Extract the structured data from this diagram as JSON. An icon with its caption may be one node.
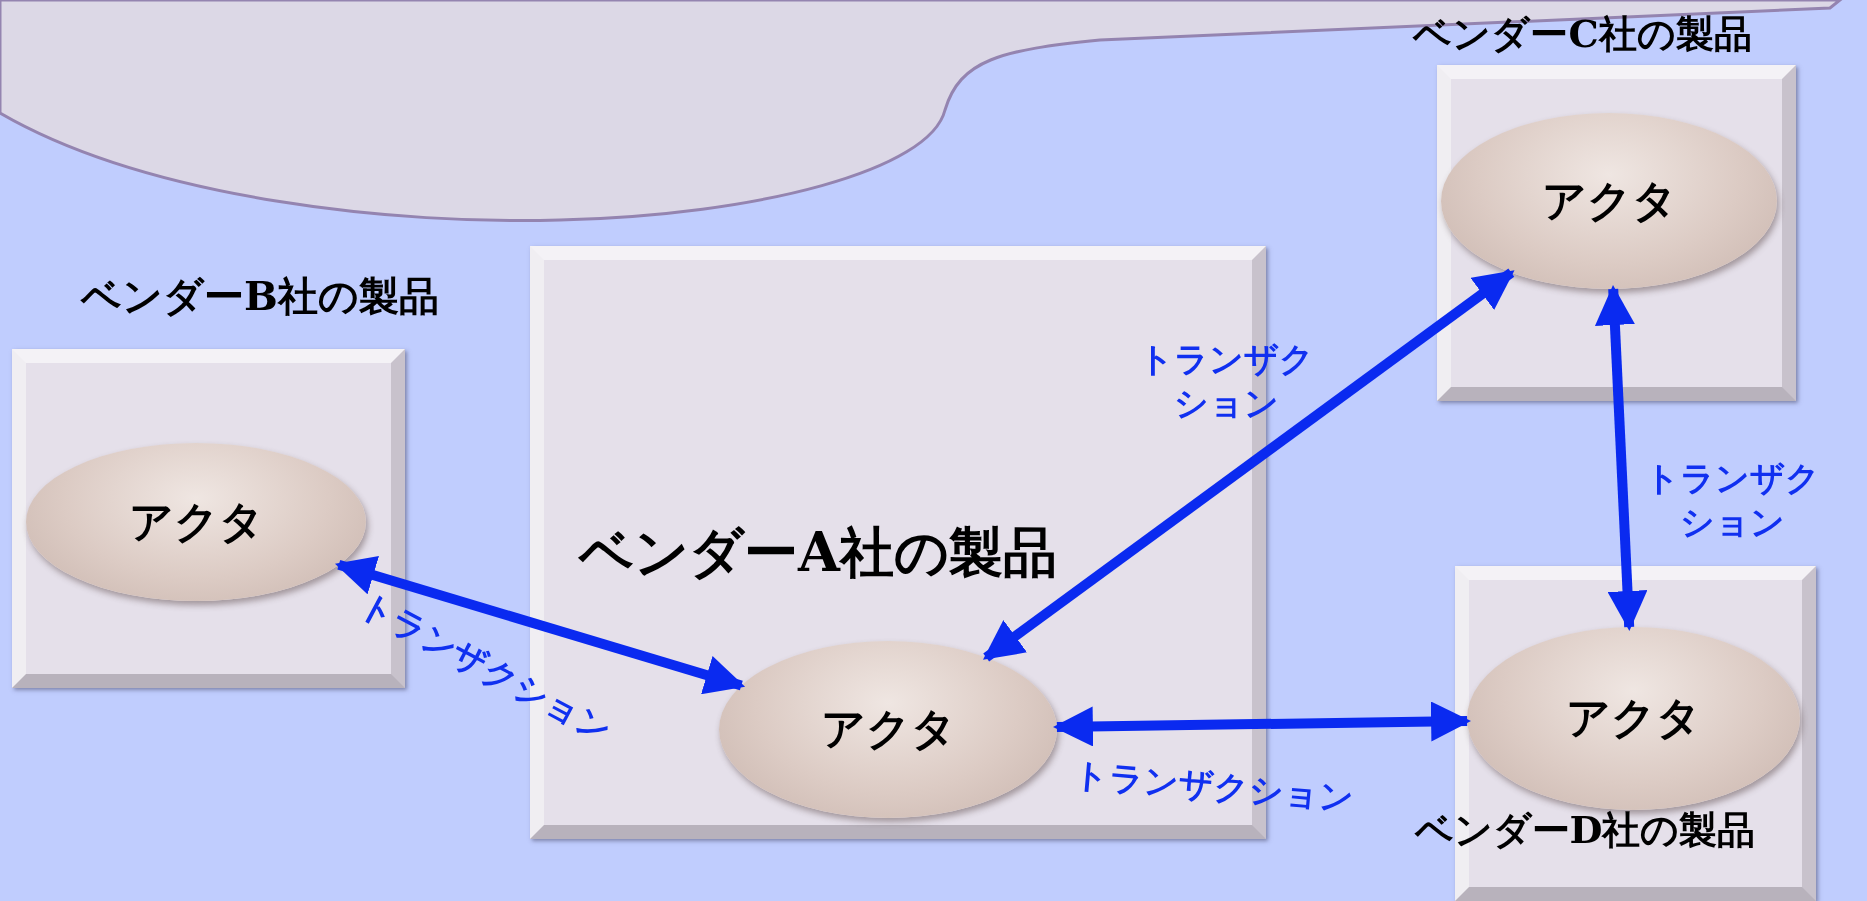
{
  "diagram": {
    "nodes": [
      {
        "text": [
          "ベンダーC社の製品"
        ]
      },
      {
        "text": [
          "アクタ"
        ],
        "in": 0
      },
      {
        "text": [
          "ベンダーB社の製品"
        ]
      },
      {
        "text": [
          "アクタ"
        ],
        "in": 2
      },
      {
        "text": [
          "ベンダーA社の製品"
        ]
      },
      {
        "text": [
          "アクタ"
        ],
        "in": 4
      },
      {
        "text": [
          "ベンダーD社の製品"
        ]
      },
      {
        "text": [
          "アクタ"
        ],
        "in": 6
      }
    ],
    "edges": [
      {
        "from": 3,
        "to": 5,
        "arrow": "both",
        "label": "トランザクション"
      },
      {
        "from": 5,
        "to": 1,
        "arrow": "both",
        "label": "トランザクション"
      },
      {
        "from": 1,
        "to": 7,
        "arrow": "both",
        "label": "トランザクション"
      },
      {
        "from": 5,
        "to": 7,
        "arrow": "both",
        "label": "トランザクション"
      }
    ]
  }
}
